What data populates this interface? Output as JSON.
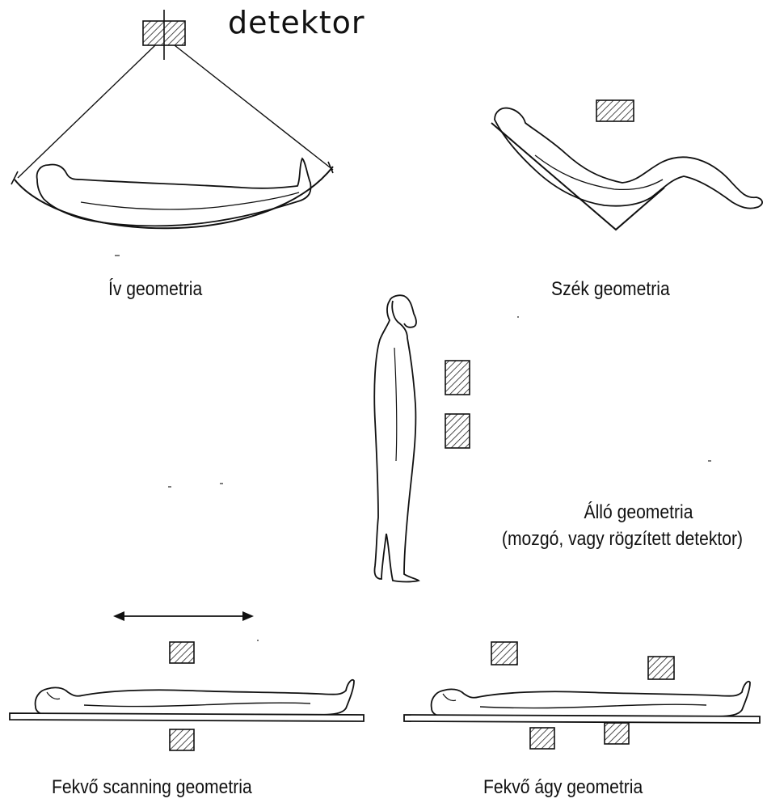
{
  "title": "detektor",
  "labels": {
    "arc": "Ív geometria",
    "chair": "Szék geometria",
    "standing_line1": "Álló geometria",
    "standing_line2": "(mozgó, vagy rögzített detektor)",
    "lying_scanning": "Fekvő scanning geometria",
    "lying_bed": "Fekvő ágy geometria"
  }
}
